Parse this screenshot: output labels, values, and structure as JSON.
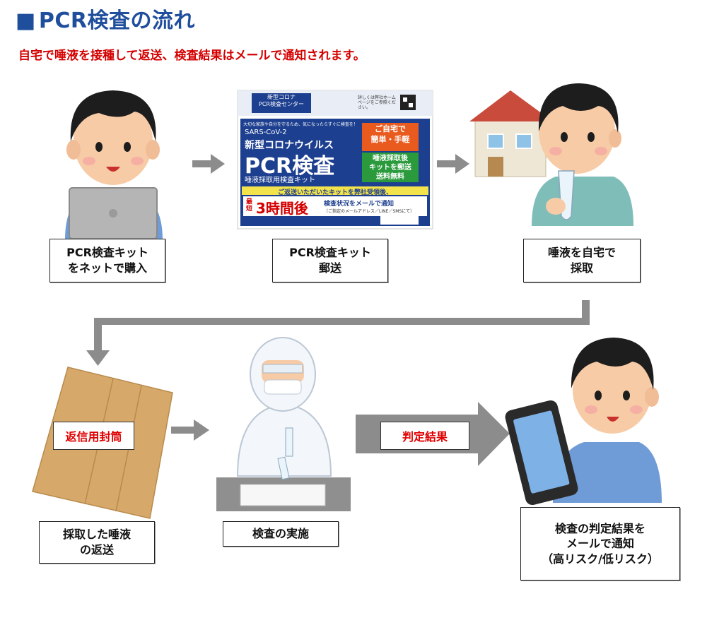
{
  "header": {
    "square": "■",
    "title": "PCR検査の流れ",
    "subtitle": "自宅で唾液を接種して返送、検査結果はメールで通知されます。"
  },
  "steps": {
    "buy": {
      "line1": "PCR検査キット",
      "line2": "をネットで購入"
    },
    "mail": {
      "line1": "PCR検査キット",
      "line2": "郵送"
    },
    "collect": {
      "line1": "唾液を自宅で",
      "line2": "採取"
    },
    "return": {
      "line1": "採取した唾液",
      "line2": "の返送"
    },
    "test": {
      "line1": "検査の実施"
    },
    "notify": {
      "line1": "検査の判定結果を",
      "line2": "メールで通知",
      "line3": "（高リスク/低リスク）"
    }
  },
  "labels": {
    "envelope": "返信用封筒",
    "result": "判定結果"
  },
  "kit_package": {
    "top_brand": "新型コロナ",
    "top_center": "PCR検査センター",
    "tagline": "大切な家族や自分を守るため、気になったらすぐに検査を！",
    "virus": "SARS-CoV-2",
    "product_kana": "新型コロナウイルス",
    "product_main": "PCR検査",
    "product_sub": "唾液採取用検査キット",
    "badge_1": "ご自宅で",
    "badge_2": "簡単・手軽",
    "badge_3": "唾液採取後",
    "badge_4": "キットを郵送",
    "badge_5": "送料無料",
    "notice": "ご返送いただいたキットを弊社受領後、",
    "fastest": "最短",
    "hours": "3時間後",
    "result_line": "検査状況をメールで通知",
    "result_sub": "（ご指定のメールアドレス／LINE／SMSにて）",
    "detail_note": "詳しくは弊社ホームページをご参照ください。"
  },
  "colors": {
    "title": "#1f4e9c",
    "accent_red": "#d40000",
    "arrow": "#8c8c8c",
    "kit_blue": "#1d3f8f",
    "envelope": "#d6a96a",
    "phone_screen": "#7eb1e6"
  }
}
